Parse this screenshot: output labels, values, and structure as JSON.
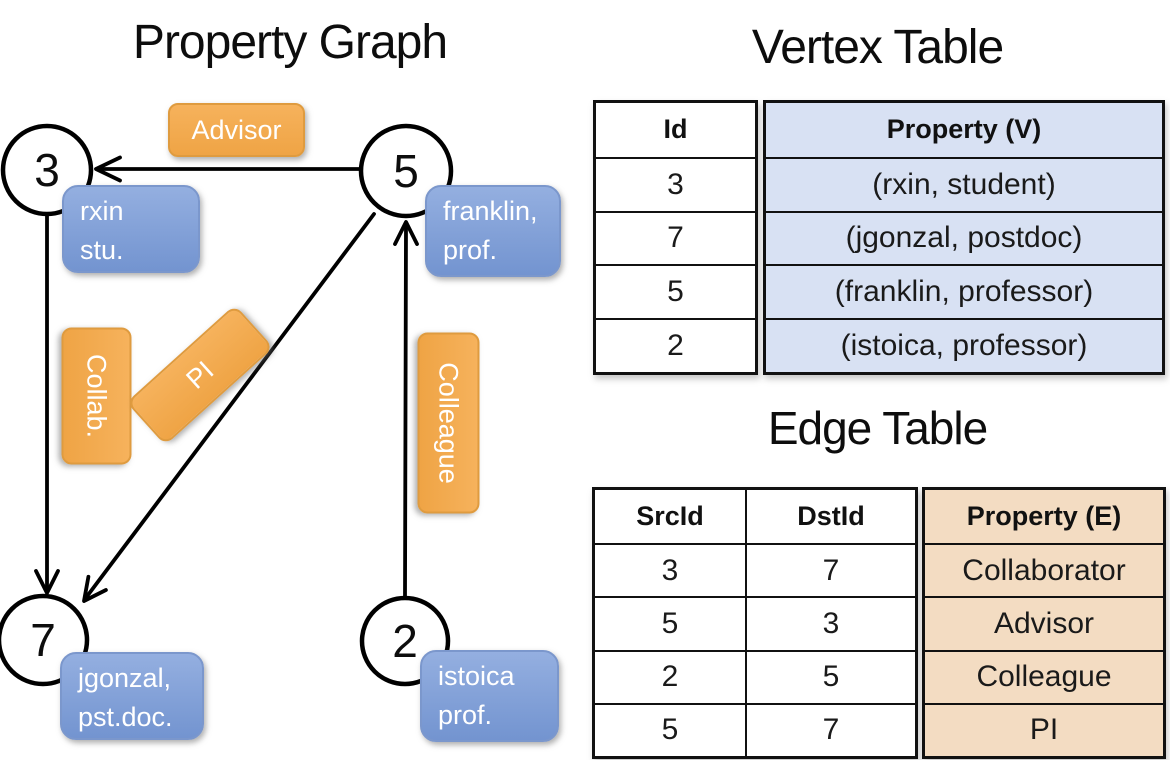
{
  "graph": {
    "title": "Property Graph",
    "nodes": [
      {
        "id": "3",
        "line1": "rxin",
        "line2": "stu."
      },
      {
        "id": "5",
        "line1": "franklin,",
        "line2": "prof."
      },
      {
        "id": "7",
        "line1": "jgonzal,",
        "line2": "pst.doc."
      },
      {
        "id": "2",
        "line1": "istoica",
        "line2": "prof."
      }
    ],
    "edge_labels": {
      "advisor": "Advisor",
      "collab": "Collab.",
      "pi": "PI",
      "colleague": "Colleague"
    }
  },
  "vertex_table": {
    "title": "Vertex Table",
    "headers": {
      "id": "Id",
      "property": "Property (V)"
    },
    "rows": [
      {
        "id": "3",
        "property": "(rxin, student)"
      },
      {
        "id": "7",
        "property": "(jgonzal, postdoc)"
      },
      {
        "id": "5",
        "property": "(franklin, professor)"
      },
      {
        "id": "2",
        "property": "(istoica, professor)"
      }
    ]
  },
  "edge_table": {
    "title": "Edge Table",
    "headers": {
      "src": "SrcId",
      "dst": "DstId",
      "property": "Property (E)"
    },
    "rows": [
      {
        "src": "3",
        "dst": "7",
        "property": "Collaborator"
      },
      {
        "src": "5",
        "dst": "3",
        "property": "Advisor"
      },
      {
        "src": "2",
        "dst": "5",
        "property": "Colleague"
      },
      {
        "src": "5",
        "dst": "7",
        "property": "PI"
      }
    ]
  },
  "colors": {
    "edge_accent": "#F0A445",
    "vertex_accent": "#7E9FD8",
    "vertex_cell_fill": "#D8E1F3",
    "edge_cell_fill": "#F3DCC2",
    "line": "#000000"
  }
}
